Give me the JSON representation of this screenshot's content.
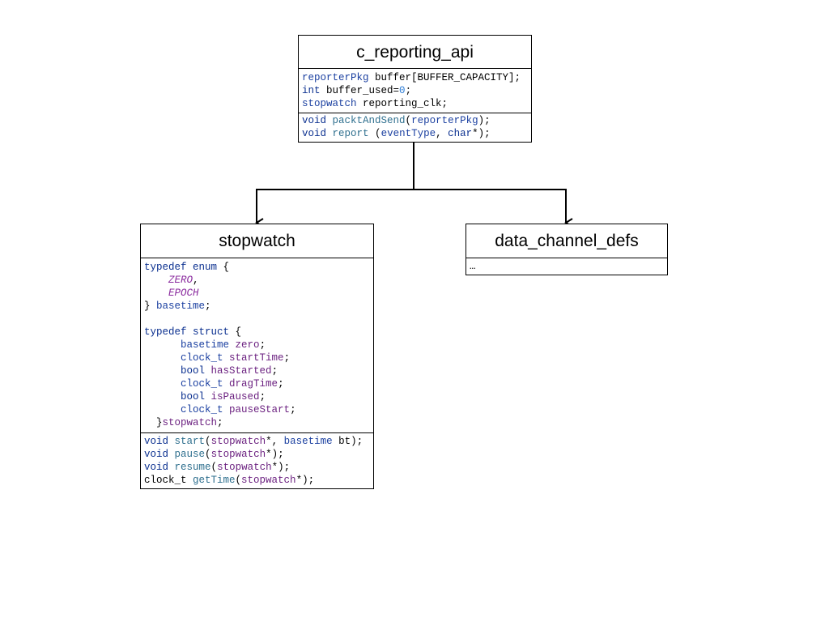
{
  "boxes": {
    "c_reporting_api": {
      "title": "c_reporting_api",
      "attributes": [
        [
          {
            "t": "reporterPkg",
            "c": "ty"
          },
          {
            "t": " buffer[BUFFER_CAPACITY];",
            "c": ""
          }
        ],
        [
          {
            "t": "int",
            "c": "kw"
          },
          {
            "t": " buffer_used=",
            "c": ""
          },
          {
            "t": "0",
            "c": "num"
          },
          {
            "t": ";",
            "c": ""
          }
        ],
        [
          {
            "t": "stopwatch",
            "c": "ty"
          },
          {
            "t": " reporting_clk;",
            "c": ""
          }
        ]
      ],
      "methods": [
        [
          {
            "t": "void",
            "c": "kw"
          },
          {
            "t": " ",
            "c": ""
          },
          {
            "t": "packtAndSend",
            "c": "fn"
          },
          {
            "t": "(",
            "c": ""
          },
          {
            "t": "reporterPkg",
            "c": "ty"
          },
          {
            "t": ");",
            "c": ""
          }
        ],
        [
          {
            "t": "void",
            "c": "kw"
          },
          {
            "t": " ",
            "c": ""
          },
          {
            "t": "report",
            "c": "fn"
          },
          {
            "t": " (",
            "c": ""
          },
          {
            "t": "eventType",
            "c": "ty"
          },
          {
            "t": ", ",
            "c": ""
          },
          {
            "t": "char",
            "c": "kw"
          },
          {
            "t": "*);",
            "c": ""
          }
        ]
      ]
    },
    "stopwatch": {
      "title": "stopwatch",
      "attributes": [
        [
          {
            "t": "typedef enum",
            "c": "kw"
          },
          {
            "t": " {",
            "c": ""
          }
        ],
        [
          {
            "t": "    ",
            "c": ""
          },
          {
            "t": "ZERO",
            "c": "en"
          },
          {
            "t": ",",
            "c": ""
          }
        ],
        [
          {
            "t": "    ",
            "c": ""
          },
          {
            "t": "EPOCH",
            "c": "en"
          }
        ],
        [
          {
            "t": "} ",
            "c": ""
          },
          {
            "t": "basetime",
            "c": "ty"
          },
          {
            "t": ";",
            "c": ""
          }
        ],
        [
          {
            "t": " ",
            "c": ""
          }
        ],
        [
          {
            "t": "typedef struct",
            "c": "kw"
          },
          {
            "t": " {",
            "c": ""
          }
        ],
        [
          {
            "t": "      ",
            "c": ""
          },
          {
            "t": "basetime",
            "c": "ty"
          },
          {
            "t": " ",
            "c": ""
          },
          {
            "t": "zero",
            "c": "arg"
          },
          {
            "t": ";",
            "c": ""
          }
        ],
        [
          {
            "t": "      ",
            "c": ""
          },
          {
            "t": "clock_t",
            "c": "ty"
          },
          {
            "t": " ",
            "c": ""
          },
          {
            "t": "startTime",
            "c": "arg"
          },
          {
            "t": ";",
            "c": ""
          }
        ],
        [
          {
            "t": "      ",
            "c": ""
          },
          {
            "t": "bool",
            "c": "kw"
          },
          {
            "t": " ",
            "c": ""
          },
          {
            "t": "hasStarted",
            "c": "arg"
          },
          {
            "t": ";",
            "c": ""
          }
        ],
        [
          {
            "t": "      ",
            "c": ""
          },
          {
            "t": "clock_t",
            "c": "ty"
          },
          {
            "t": " ",
            "c": ""
          },
          {
            "t": "dragTime",
            "c": "arg"
          },
          {
            "t": ";",
            "c": ""
          }
        ],
        [
          {
            "t": "      ",
            "c": ""
          },
          {
            "t": "bool",
            "c": "kw"
          },
          {
            "t": " ",
            "c": ""
          },
          {
            "t": "isPaused",
            "c": "arg"
          },
          {
            "t": ";",
            "c": ""
          }
        ],
        [
          {
            "t": "      ",
            "c": ""
          },
          {
            "t": "clock_t",
            "c": "ty"
          },
          {
            "t": " ",
            "c": ""
          },
          {
            "t": "pauseStart",
            "c": "arg"
          },
          {
            "t": ";",
            "c": ""
          }
        ],
        [
          {
            "t": "  }",
            "c": ""
          },
          {
            "t": "stopwatch",
            "c": "arg"
          },
          {
            "t": ";",
            "c": ""
          }
        ]
      ],
      "methods": [
        [
          {
            "t": "void",
            "c": "kw"
          },
          {
            "t": " ",
            "c": ""
          },
          {
            "t": "start",
            "c": "fn"
          },
          {
            "t": "(",
            "c": ""
          },
          {
            "t": "stopwatch",
            "c": "arg"
          },
          {
            "t": "*, ",
            "c": ""
          },
          {
            "t": "basetime",
            "c": "ty"
          },
          {
            "t": " bt);",
            "c": ""
          }
        ],
        [
          {
            "t": "void",
            "c": "kw"
          },
          {
            "t": " ",
            "c": ""
          },
          {
            "t": "pause",
            "c": "fn"
          },
          {
            "t": "(",
            "c": ""
          },
          {
            "t": "stopwatch",
            "c": "arg"
          },
          {
            "t": "*);",
            "c": ""
          }
        ],
        [
          {
            "t": "void",
            "c": "kw"
          },
          {
            "t": " ",
            "c": ""
          },
          {
            "t": "resume",
            "c": "fn"
          },
          {
            "t": "(",
            "c": ""
          },
          {
            "t": "stopwatch",
            "c": "arg"
          },
          {
            "t": "*);",
            "c": ""
          }
        ],
        [
          {
            "t": "clock_t ",
            "c": ""
          },
          {
            "t": "getTime",
            "c": "fn"
          },
          {
            "t": "(",
            "c": ""
          },
          {
            "t": "stopwatch",
            "c": "arg"
          },
          {
            "t": "*);",
            "c": ""
          }
        ]
      ]
    },
    "data_channel_defs": {
      "title": "data_channel_defs",
      "attributes": [
        [
          {
            "t": "…",
            "c": ""
          }
        ]
      ]
    }
  },
  "colors": {
    "keyword": "#0a2f8f",
    "type": "#1a3fa0",
    "function": "#2e6f8e",
    "number": "#2a7bd6",
    "enum_value": "#8a2a9e",
    "identifier": "#6a1f7f"
  }
}
